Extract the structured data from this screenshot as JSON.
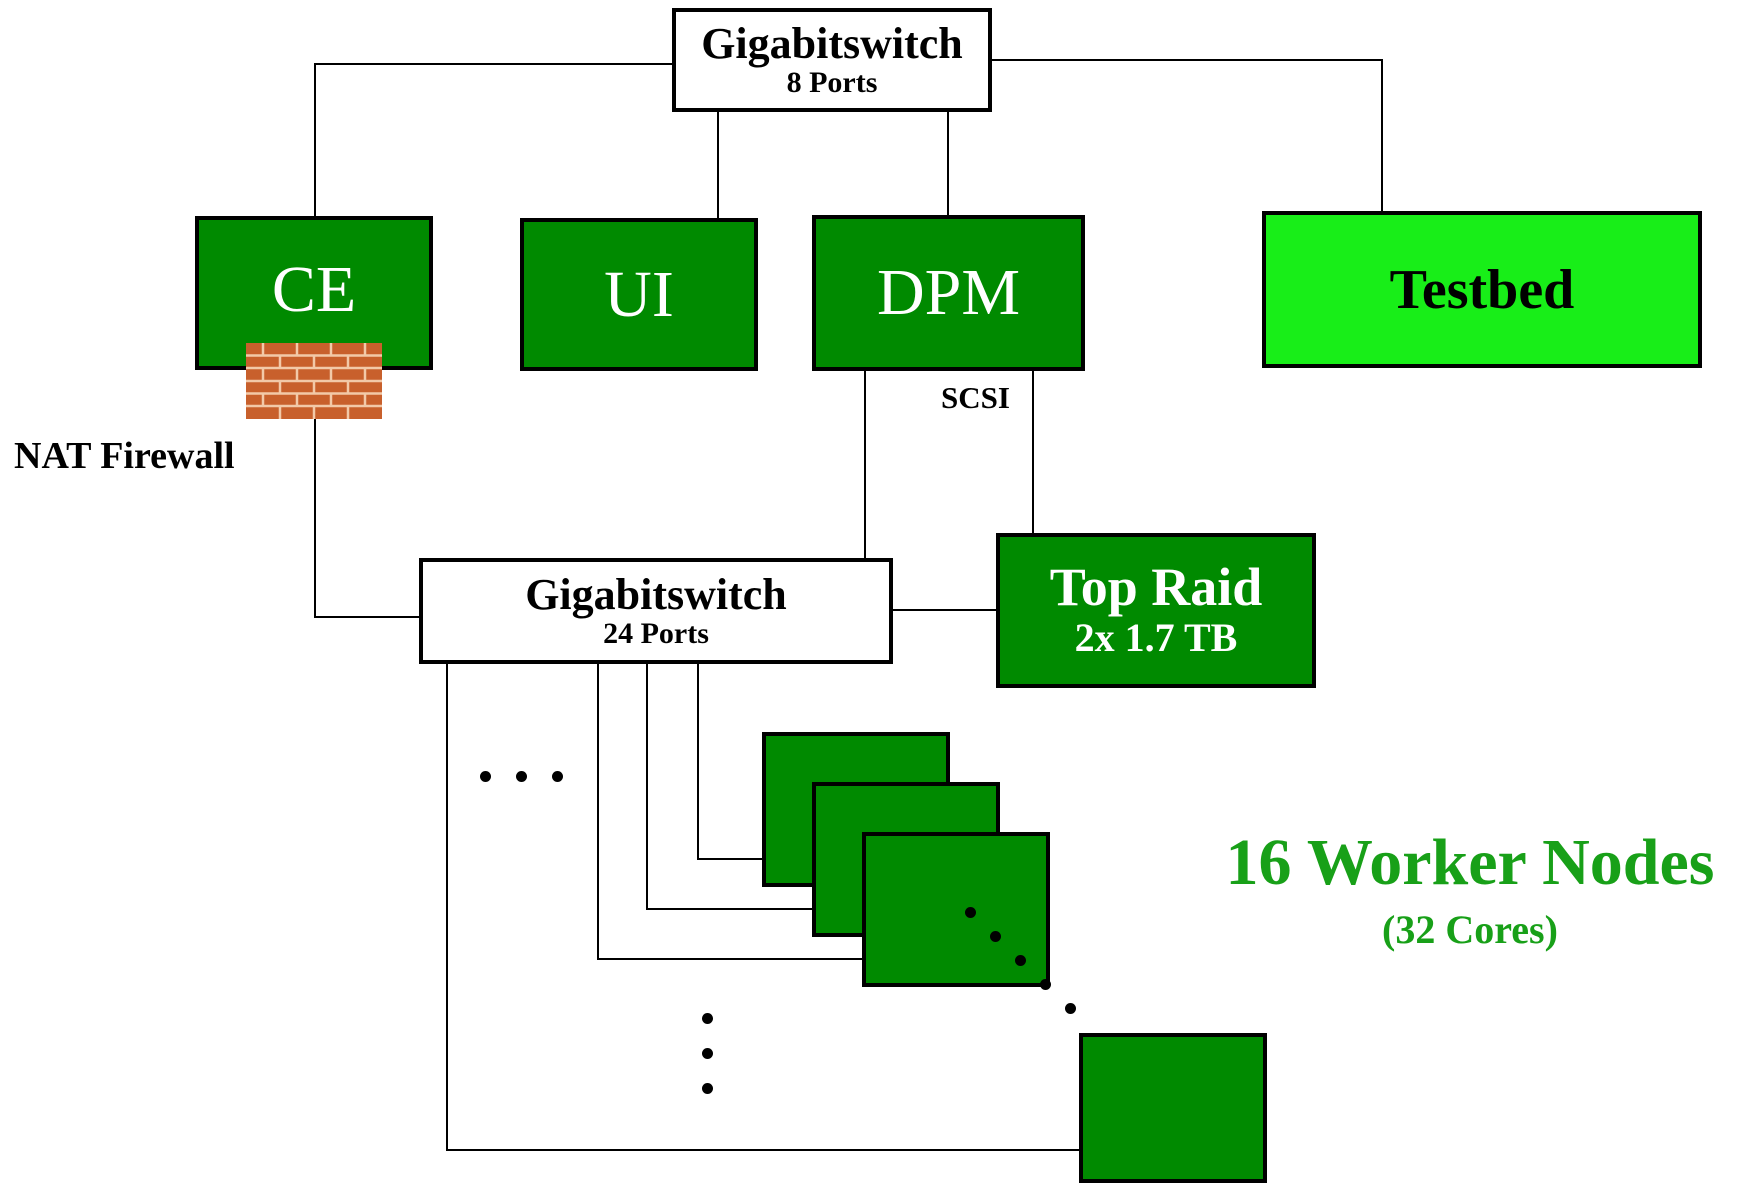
{
  "top_switch": {
    "title": "Gigabitswitch",
    "ports": "8 Ports"
  },
  "ce": {
    "label": "CE"
  },
  "ui": {
    "label": "UI"
  },
  "dpm": {
    "label": "DPM"
  },
  "testbed": {
    "label": "Testbed"
  },
  "firewall": {
    "label": "NAT Firewall",
    "icon": "brick-wall-icon"
  },
  "scsi": {
    "label": "SCSI"
  },
  "bottom_switch": {
    "title": "Gigabitswitch",
    "ports": "24 Ports"
  },
  "raid": {
    "title": "Top Raid",
    "capacity": "2x 1.7 TB"
  },
  "workers": {
    "title": "16 Worker Nodes",
    "cores": "(32 Cores)"
  },
  "colors": {
    "node_green": "#008a00",
    "testbed_green": "#18ee18",
    "worker_label_green": "#18a018",
    "brick": "#c8602c"
  }
}
